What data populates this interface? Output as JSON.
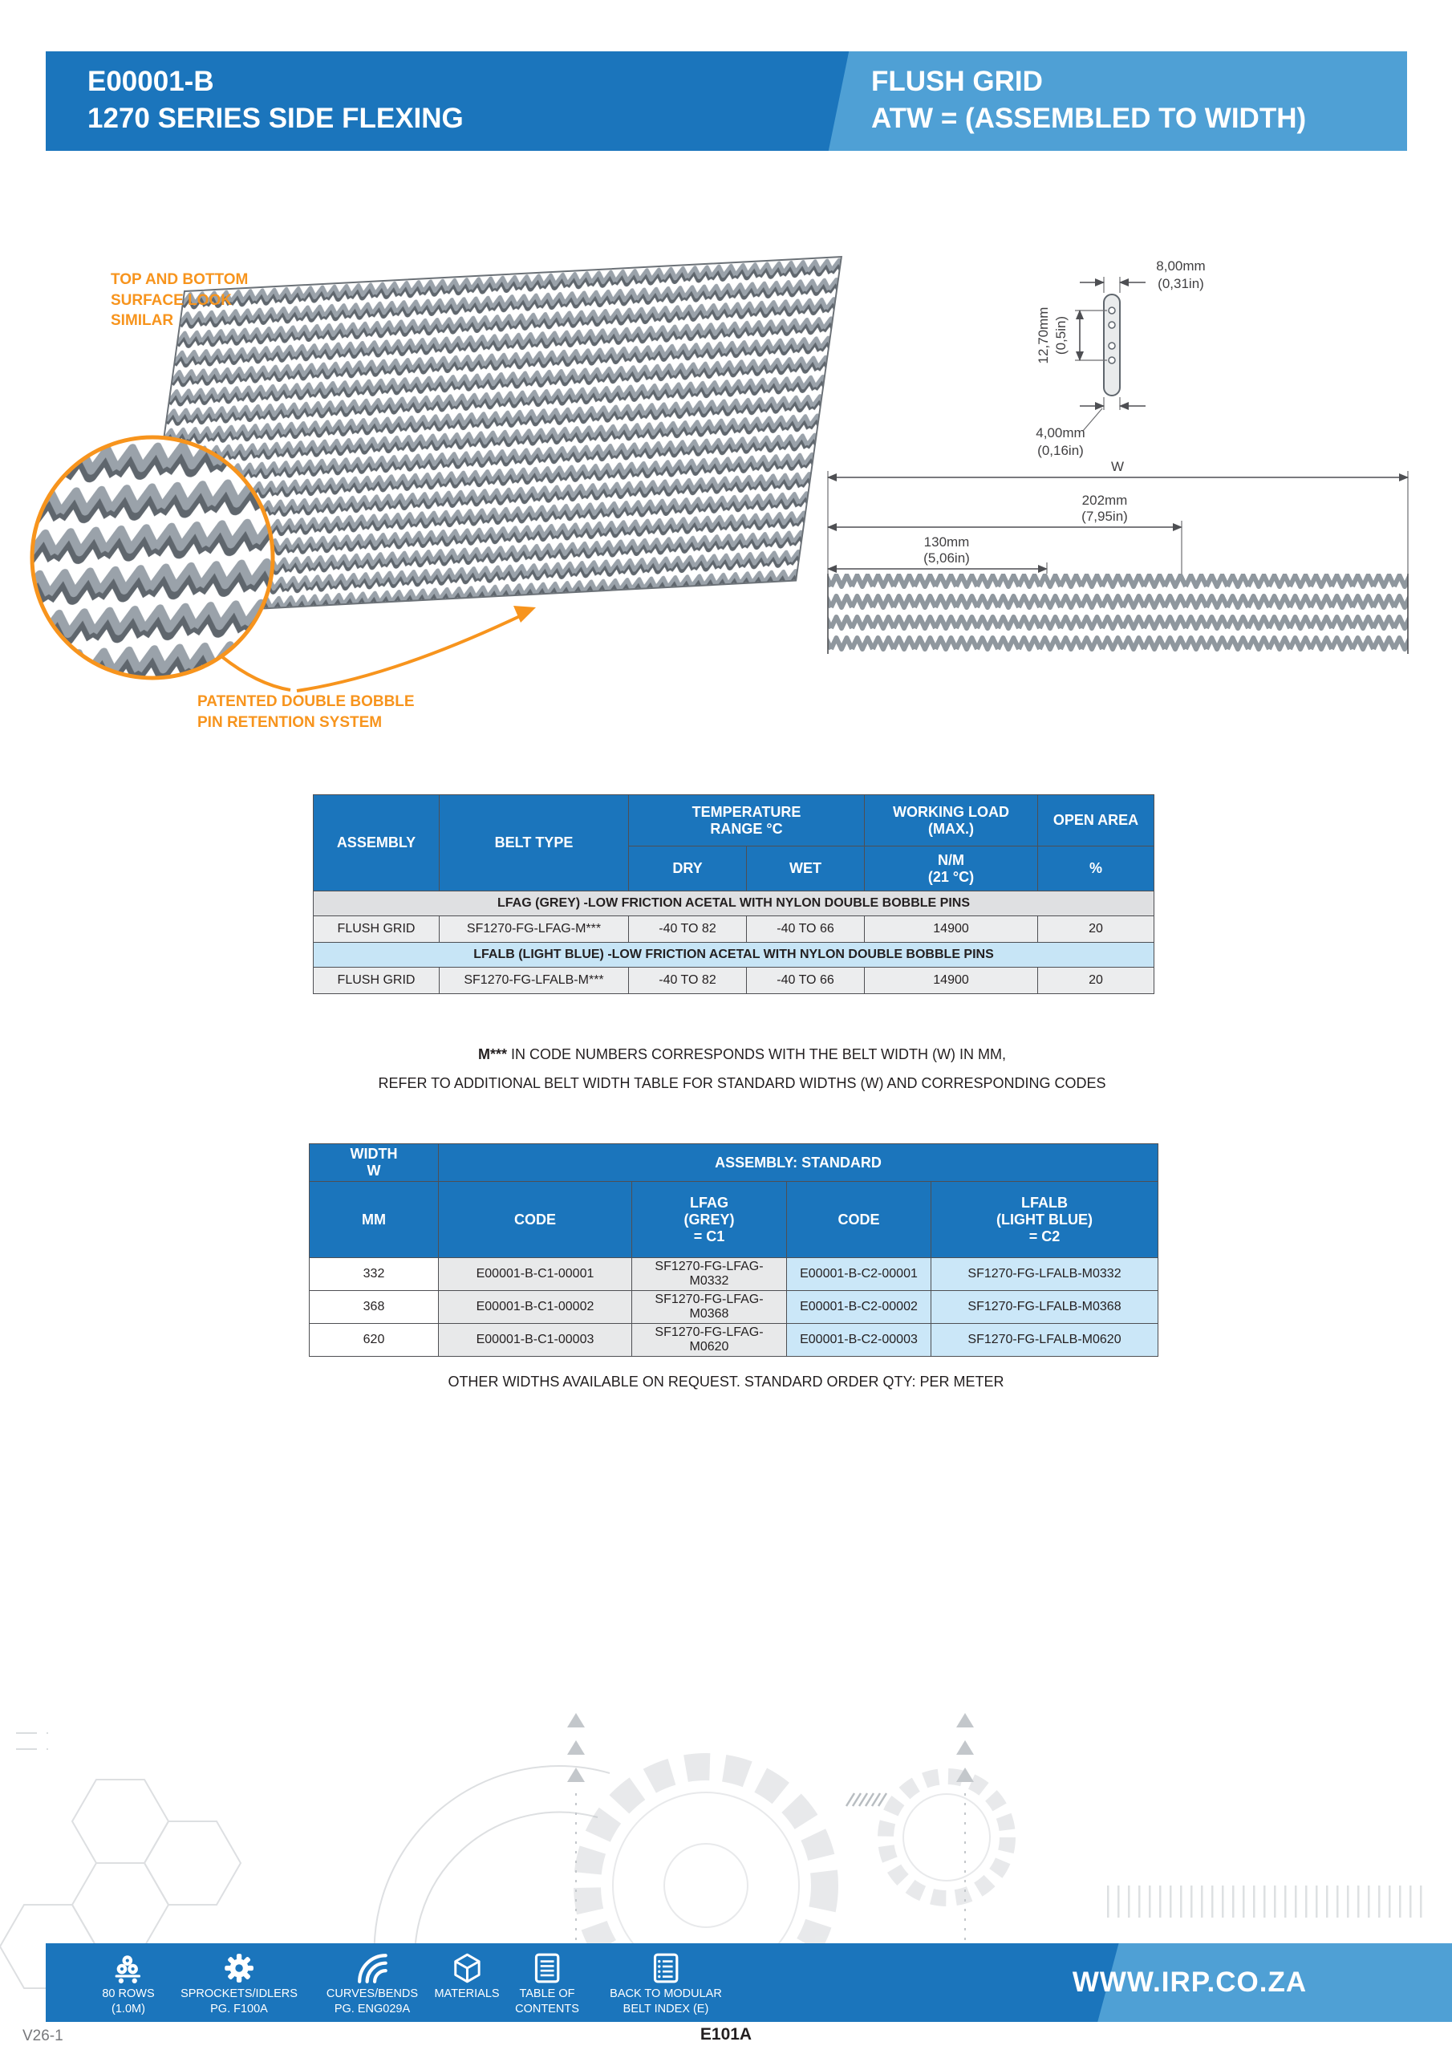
{
  "header": {
    "doc_code": "E00001-B",
    "series_title": "1270 SERIES SIDE FLEXING",
    "belt_style": "FLUSH GRID",
    "assembly_note": "ATW = (ASSEMBLED TO WIDTH)"
  },
  "illustration": {
    "surface_note": "TOP AND BOTTOM SURFACE LOOK SIMILAR",
    "pin_note": "PATENTED DOUBLE BOBBLE PIN RETENTION SYSTEM"
  },
  "drawing": {
    "pin_width_mm": "8,00mm",
    "pin_width_in": "(0,31in)",
    "pitch_mm": "12,70mm",
    "pitch_in": "(0,5in)",
    "pin_dia_mm": "4,00mm",
    "pin_dia_in": "(0,16in)",
    "width_label": "W",
    "repeat_mm": "202mm",
    "repeat_in": "(7,95in)",
    "inner_mm": "130mm",
    "inner_in": "(5,06in)"
  },
  "spec_table": {
    "col_assembly": "ASSEMBLY",
    "col_belt_type": "BELT TYPE",
    "col_temp": "TEMPERATURE\nRANGE °C",
    "col_dry": "DRY",
    "col_wet": "WET",
    "col_load": "WORKING LOAD\n(MAX.)",
    "col_load_unit": "N/M\n(21 °C)",
    "col_open": "OPEN AREA",
    "col_open_unit": "%",
    "sections": [
      {
        "band": "LFAG (GREY) -LOW FRICTION ACETAL WITH NYLON DOUBLE BOBBLE PINS",
        "row": [
          "FLUSH GRID",
          "SF1270-FG-LFAG-M***",
          "-40 TO 82",
          "-40 TO 66",
          "14900",
          "20"
        ]
      },
      {
        "band": "LFALB (LIGHT BLUE) -LOW FRICTION ACETAL WITH NYLON DOUBLE BOBBLE PINS",
        "row": [
          "FLUSH GRID",
          "SF1270-FG-LFALB-M***",
          "-40 TO 82",
          "-40 TO 66",
          "14900",
          "20"
        ]
      }
    ]
  },
  "code_note": {
    "bold": "M***",
    "line1_rest": " IN CODE NUMBERS CORRESPONDS WITH THE BELT WIDTH (W) IN MM,",
    "line2": "REFER TO ADDITIONAL BELT WIDTH TABLE FOR STANDARD WIDTHS (W) AND CORRESPONDING CODES"
  },
  "width_table": {
    "col_width": "WIDTH\nW",
    "col_assembly": "ASSEMBLY: STANDARD",
    "col_mm": "MM",
    "col_code1": "CODE",
    "col_c1": "LFAG\n(GREY)\n= C1",
    "col_code2": "CODE",
    "col_c2": "LFALB\n(LIGHT BLUE)\n= C2",
    "rows": [
      [
        "332",
        "E00001-B-C1-00001",
        "SF1270-FG-LFAG-M0332",
        "E00001-B-C2-00001",
        "SF1270-FG-LFALB-M0332"
      ],
      [
        "368",
        "E00001-B-C1-00002",
        "SF1270-FG-LFAG-M0368",
        "E00001-B-C2-00002",
        "SF1270-FG-LFALB-M0368"
      ],
      [
        "620",
        "E00001-B-C1-00003",
        "SF1270-FG-LFAG-M0620",
        "E00001-B-C2-00003",
        "SF1270-FG-LFALB-M0620"
      ]
    ]
  },
  "width_note": "OTHER WIDTHS AVAILABLE ON REQUEST. STANDARD ORDER QTY: PER METER",
  "footer": {
    "items": [
      {
        "icon": "belt-rolls-icon",
        "line1": "80 ROWS",
        "line2": "(1.0M)"
      },
      {
        "icon": "sprocket-icon",
        "line1": "SPROCKETS/IDLERS",
        "line2": "PG. F100A"
      },
      {
        "icon": "curves-icon",
        "line1": "CURVES/BENDS",
        "line2": "PG. ENG029A"
      },
      {
        "icon": "materials-icon",
        "line1": "MATERIALS",
        "line2": ""
      },
      {
        "icon": "toc-icon",
        "line1": "TABLE OF",
        "line2": "CONTENTS"
      },
      {
        "icon": "index-icon",
        "line1": "BACK TO MODULAR",
        "line2": "BELT INDEX (E)"
      }
    ],
    "website": "WWW.IRP.CO.ZA"
  },
  "page": {
    "version": "V26-1",
    "page_code": "E101A"
  },
  "colors": {
    "primary_blue": "#1B75BC",
    "secondary_blue": "#4FA0D5",
    "accent_orange": "#F7941D",
    "band_grey": "#DFE0E2",
    "band_light_blue": "#C7E5F6",
    "cell_grey": "#E8E9EA",
    "cell_light_blue": "#CBE7F8",
    "row_grey": "#ECEDEE"
  }
}
